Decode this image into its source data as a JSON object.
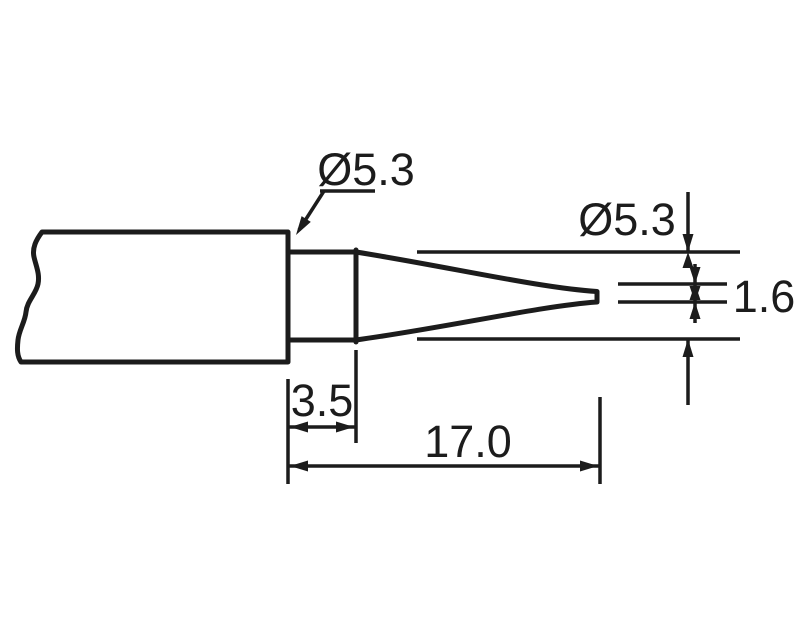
{
  "drawing": {
    "background_color": "#ffffff",
    "line_color": "#1c1c1c",
    "dimensions": {
      "collar_diameter": {
        "label": "Ø5.3",
        "value": 5.3
      },
      "shank_diameter": {
        "label": "Ø5.3",
        "value": 5.3
      },
      "tip_end_diameter": {
        "label": "1.6",
        "value": 1.6
      },
      "collar_length": {
        "label": "3.5",
        "value": 3.5
      },
      "cone_length": {
        "label": "17.0",
        "value": 17.0
      }
    }
  }
}
